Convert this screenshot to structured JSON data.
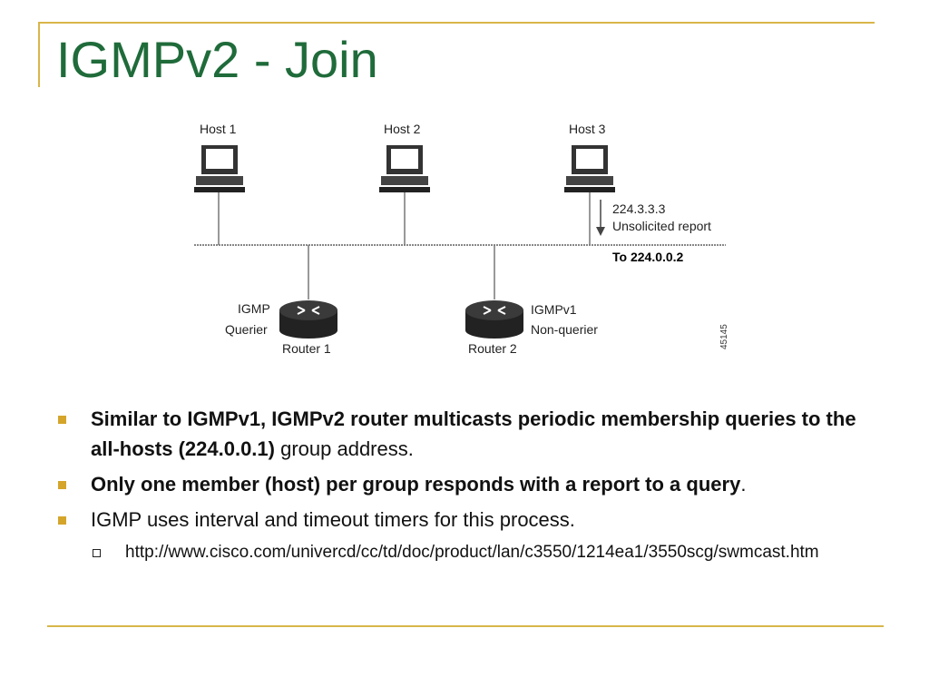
{
  "slide": {
    "title": "IGMPv2 - Join"
  },
  "diagram": {
    "hosts": [
      "Host 1",
      "Host 2",
      "Host 3"
    ],
    "report_address": "224.3.3.3",
    "report_label": "Unsolicited report",
    "report_target": "To 224.0.0.2",
    "router1_role_line1": "IGMP",
    "router1_role_line2": "Querier",
    "router1_name": "Router 1",
    "router2_role_line1": "IGMPv1",
    "router2_role_line2": "Non-querier",
    "router2_name": "Router 2",
    "figure_id": "45145"
  },
  "bullets": {
    "b1_bold": "Similar to IGMPv1, IGMPv2 router multicasts periodic membership queries to the all-hosts (224.0.0.1)",
    "b1_normal": " group address.",
    "b2_bold": "Only one member (host) per group responds with a report to a query",
    "b2_normal": ".",
    "b3": "IGMP uses interval and timeout timers for this process.",
    "sub1": "http://www.cisco.com/univercd/cc/td/doc/product/lan/c3550/1214ea1/3550scg/swmcast.htm"
  }
}
